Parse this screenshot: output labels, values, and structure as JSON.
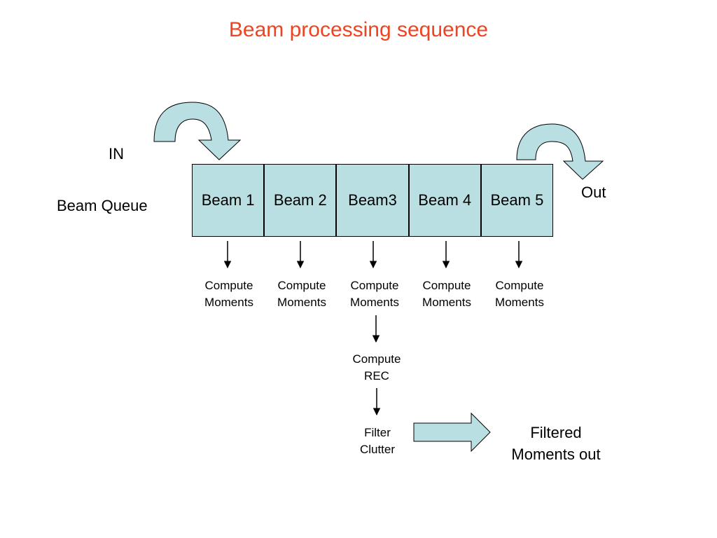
{
  "title": "Beam processing sequence",
  "labels": {
    "in": "IN",
    "beam_queue": "Beam Queue",
    "out": "Out"
  },
  "beams": [
    "Beam 1",
    "Beam 2",
    "Beam3",
    "Beam 4",
    "Beam 5"
  ],
  "compute_moments": [
    {
      "line1": "Compute",
      "line2": "Moments"
    },
    {
      "line1": "Compute",
      "line2": "Moments"
    },
    {
      "line1": "Compute",
      "line2": "Moments"
    },
    {
      "line1": "Compute",
      "line2": "Moments"
    },
    {
      "line1": "Compute",
      "line2": "Moments"
    }
  ],
  "compute_rec": {
    "line1": "Compute",
    "line2": "REC"
  },
  "filter_clutter": {
    "line1": "Filter",
    "line2": "Clutter"
  },
  "filtered_out": {
    "line1": "Filtered",
    "line2": "Moments out"
  },
  "colors": {
    "title": "#ee4422",
    "box_fill": "#b9dfe3",
    "stroke": "#000000"
  }
}
